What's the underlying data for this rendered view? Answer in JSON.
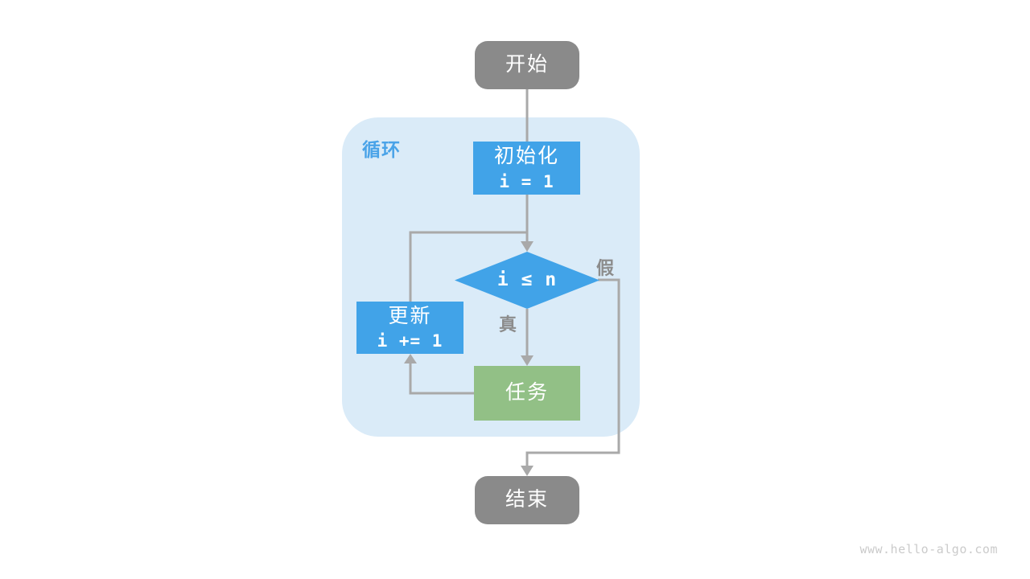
{
  "diagram": {
    "type": "flowchart",
    "loop_group": {
      "label": "循环"
    },
    "nodes": {
      "start": {
        "label": "开始",
        "shape": "rounded-rect",
        "color": "#8A8A8A"
      },
      "init": {
        "label": "初始化",
        "code": "i = 1",
        "shape": "rect",
        "color": "#41A3E8"
      },
      "condition": {
        "code": "i ≤ n",
        "shape": "diamond",
        "color": "#41A3E8"
      },
      "update": {
        "label": "更新",
        "code": "i += 1",
        "shape": "rect",
        "color": "#41A3E8"
      },
      "task": {
        "label": "任务",
        "shape": "rect",
        "color": "#92C086"
      },
      "end": {
        "label": "结束",
        "shape": "rounded-rect",
        "color": "#8A8A8A"
      }
    },
    "edge_labels": {
      "true": "真",
      "false": "假"
    },
    "edges": [
      {
        "from": "start",
        "to": "init"
      },
      {
        "from": "init",
        "to": "condition"
      },
      {
        "from": "condition",
        "to": "task",
        "label": "真"
      },
      {
        "from": "condition",
        "to": "end",
        "label": "假"
      },
      {
        "from": "task",
        "to": "update"
      },
      {
        "from": "update",
        "to": "condition"
      }
    ],
    "colors": {
      "terminal_gray": "#8A8A8A",
      "process_blue": "#41A3E8",
      "task_green": "#92C086",
      "loop_background": "#DAEBF8",
      "loop_label_blue": "#4AA3E8",
      "connector_gray": "#A9A9A9",
      "edge_label_gray": "#8C8C8C",
      "watermark_gray": "#CBCBCB"
    }
  },
  "page": {
    "watermark": "www.hello-algo.com"
  }
}
